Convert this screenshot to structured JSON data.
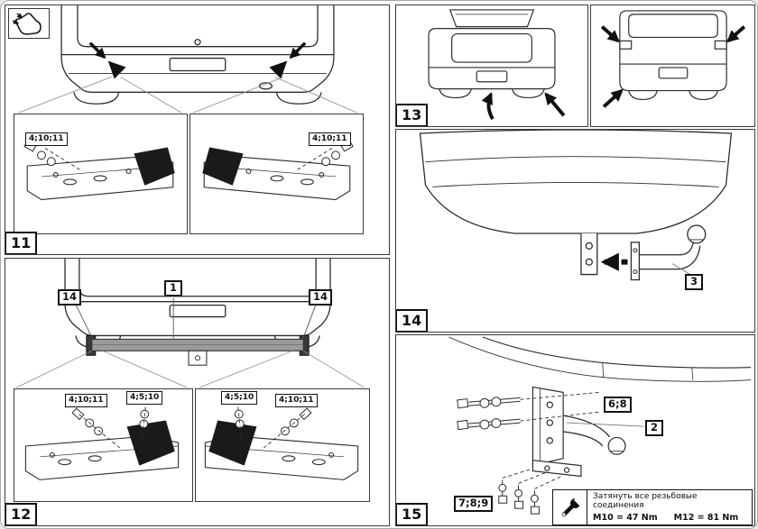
{
  "steps": {
    "s11": {
      "number": "11",
      "callout_left": "4;10;11",
      "callout_right": "4;10;11"
    },
    "s12": {
      "number": "12",
      "label_crossbar": "1",
      "label_bracket_left": "14",
      "label_bracket_right": "14",
      "callout_left_outer": "4;10;11",
      "callout_left_inner": "4;5;10",
      "callout_right_inner": "4;5;10",
      "callout_right_outer": "4;10;11"
    },
    "s13": {
      "number": "13"
    },
    "s14": {
      "number": "14",
      "label_ball_arm": "3"
    },
    "s15": {
      "number": "15",
      "label_bolts_upper": "6;8",
      "label_bracket": "2",
      "label_bolts_lower": "7;8;9",
      "note_text": "Затянуть все резьбовые соединения",
      "note_m10": "M10 = 47 Nm",
      "note_m12": "M12 = 81 Nm"
    }
  },
  "icons": {
    "hand": "hand-push-icon",
    "wrench": "wrench-icon"
  },
  "colors": {
    "line": "#2b2b2b",
    "label_border": "#111111",
    "crossbar_fill": "#9a9a9a",
    "bracket_fill": "#1a1a1a"
  }
}
